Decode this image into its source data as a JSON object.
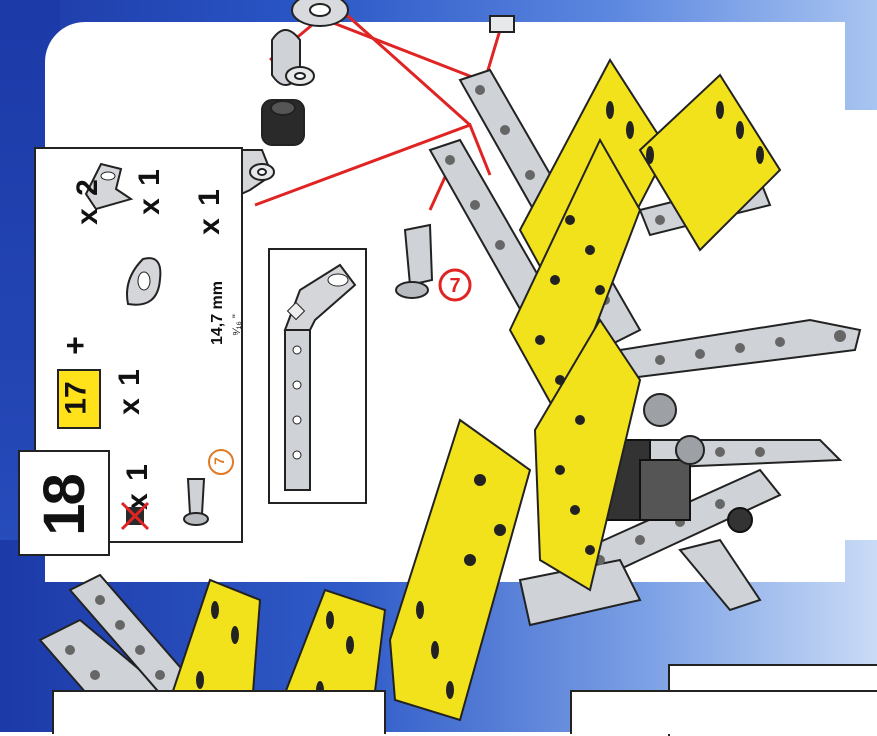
{
  "step": {
    "number": "18"
  },
  "parts": {
    "ref_number": "17",
    "plus": "+",
    "bracket_qty": "x 2",
    "washer_qty": "x 1",
    "bolt_qty": "x 1",
    "spacer_qty": "x 1",
    "ref_qty": "x 1",
    "bolt_length": "14,7 mm",
    "bolt_length_inch": "⁹⁄₁₆ \"",
    "bolt_code": "7"
  },
  "callout": {
    "bolt_code": "7"
  },
  "colors": {
    "yellow": "#f2e21c",
    "blue": "#2447b6",
    "red_line": "#e02424",
    "steel": "#cfd2d6"
  },
  "icons": [
    "angle-bracket-icon",
    "washer-icon",
    "spacer-icon",
    "bolt-icon",
    "crossed-out-icon"
  ]
}
